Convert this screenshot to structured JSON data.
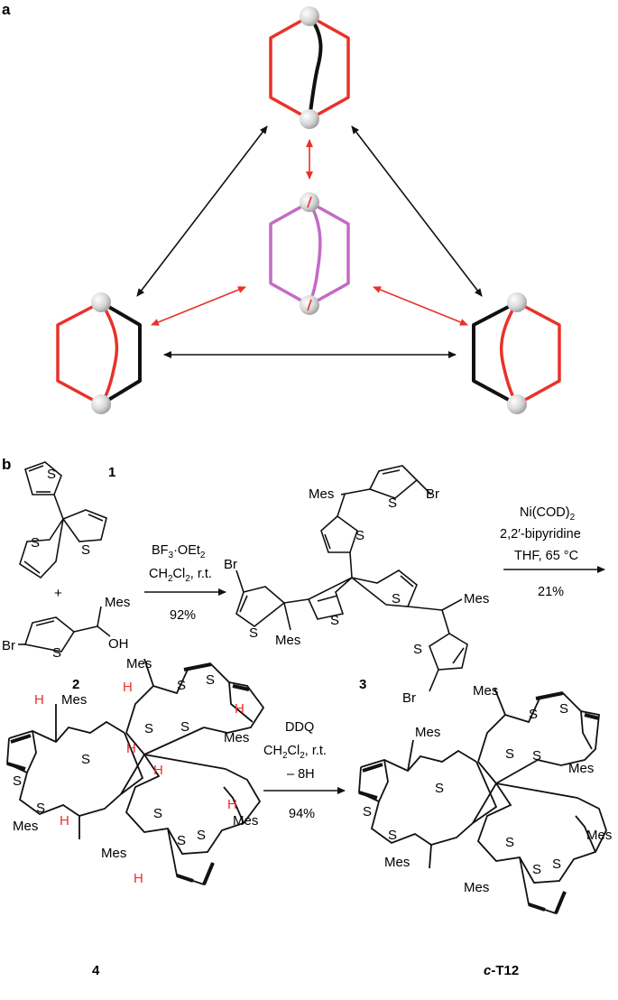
{
  "panel_a": {
    "label": "a"
  },
  "panel_b": {
    "label": "b"
  },
  "colors": {
    "red": "#e8322a",
    "purple": "#c26bc6",
    "black": "#111111",
    "sphere": "#cfcfcf"
  },
  "compounds": {
    "c1": "1",
    "c2": "2",
    "c3": "3",
    "c4": "4",
    "cT12_prefix": "c",
    "cT12_name": "-T12"
  },
  "reactions": {
    "r1": {
      "line1": "BF",
      "sub3": "3",
      "line1b": "·OEt",
      "sub2": "2",
      "line2": "CH",
      "line2sub": "2",
      "line2b": "Cl",
      "line2sub2": "2",
      "line2c": ", r.t.",
      "yield": "92%"
    },
    "r2": {
      "line1": "Ni(COD)",
      "line1sub": "2",
      "line2": "2,2′-bipyridine",
      "line3": "THF, 65 °C",
      "yield": "21%"
    },
    "r3": {
      "line1": "DDQ",
      "line2": "CH",
      "line2sub": "2",
      "line2b": "Cl",
      "line2sub2": "2",
      "line2c": ", r.t.",
      "line3": "– 8H",
      "yield": "94%"
    }
  },
  "atoms": {
    "S": "S",
    "Br": "Br",
    "Mes": "Mes",
    "OH": "OH",
    "H": "H",
    "plus": "+"
  }
}
